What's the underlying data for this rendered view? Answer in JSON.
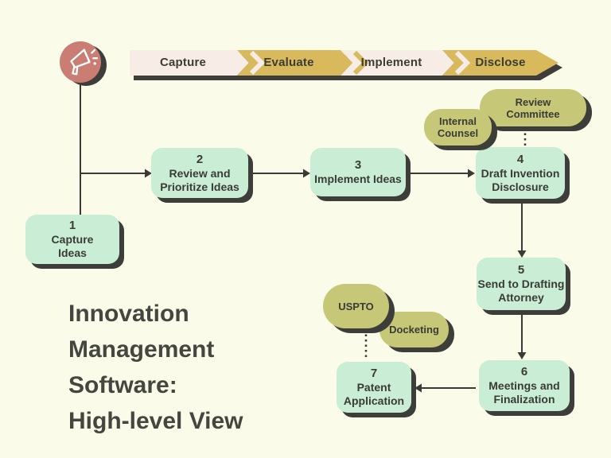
{
  "palette": {
    "background": "#fafbe9",
    "step_box_fill": "#c9eed5",
    "bubble_fill": "#c6c877",
    "badge_fill": "#ca7d73",
    "banner_cream": "#f8ece6",
    "banner_gold": "#d8ba5c",
    "shadow": "#3d3e39",
    "ink": "#3a3b36",
    "title_text": "#45463f"
  },
  "icons": {
    "megaphone": "megaphone-icon"
  },
  "title": {
    "lines": [
      "Innovation",
      "Management",
      "Software:",
      "High-level View"
    ]
  },
  "banner": {
    "stages": [
      {
        "label": "Capture"
      },
      {
        "label": "Evaluate"
      },
      {
        "label": "Implement"
      },
      {
        "label": "Disclose"
      }
    ]
  },
  "flow": {
    "steps": [
      {
        "number": "1",
        "label_lines": [
          "Capture",
          "Ideas"
        ]
      },
      {
        "number": "2",
        "label_lines": [
          "Review and",
          "Prioritize Ideas"
        ]
      },
      {
        "number": "3",
        "label_lines": [
          "Implement Ideas"
        ]
      },
      {
        "number": "4",
        "label_lines": [
          "Draft Invention",
          "Disclosure"
        ]
      },
      {
        "number": "5",
        "label_lines": [
          "Send to Drafting",
          "Attorney"
        ]
      },
      {
        "number": "6",
        "label_lines": [
          "Meetings and",
          "Finalization"
        ]
      },
      {
        "number": "7",
        "label_lines": [
          "Patent",
          "Application"
        ]
      }
    ]
  },
  "bubbles": [
    {
      "lines": [
        "Internal",
        "Counsel"
      ]
    },
    {
      "lines": [
        "Review",
        "Committee"
      ]
    },
    {
      "lines": [
        "USPTO"
      ]
    },
    {
      "lines": [
        "Docketing"
      ]
    }
  ]
}
